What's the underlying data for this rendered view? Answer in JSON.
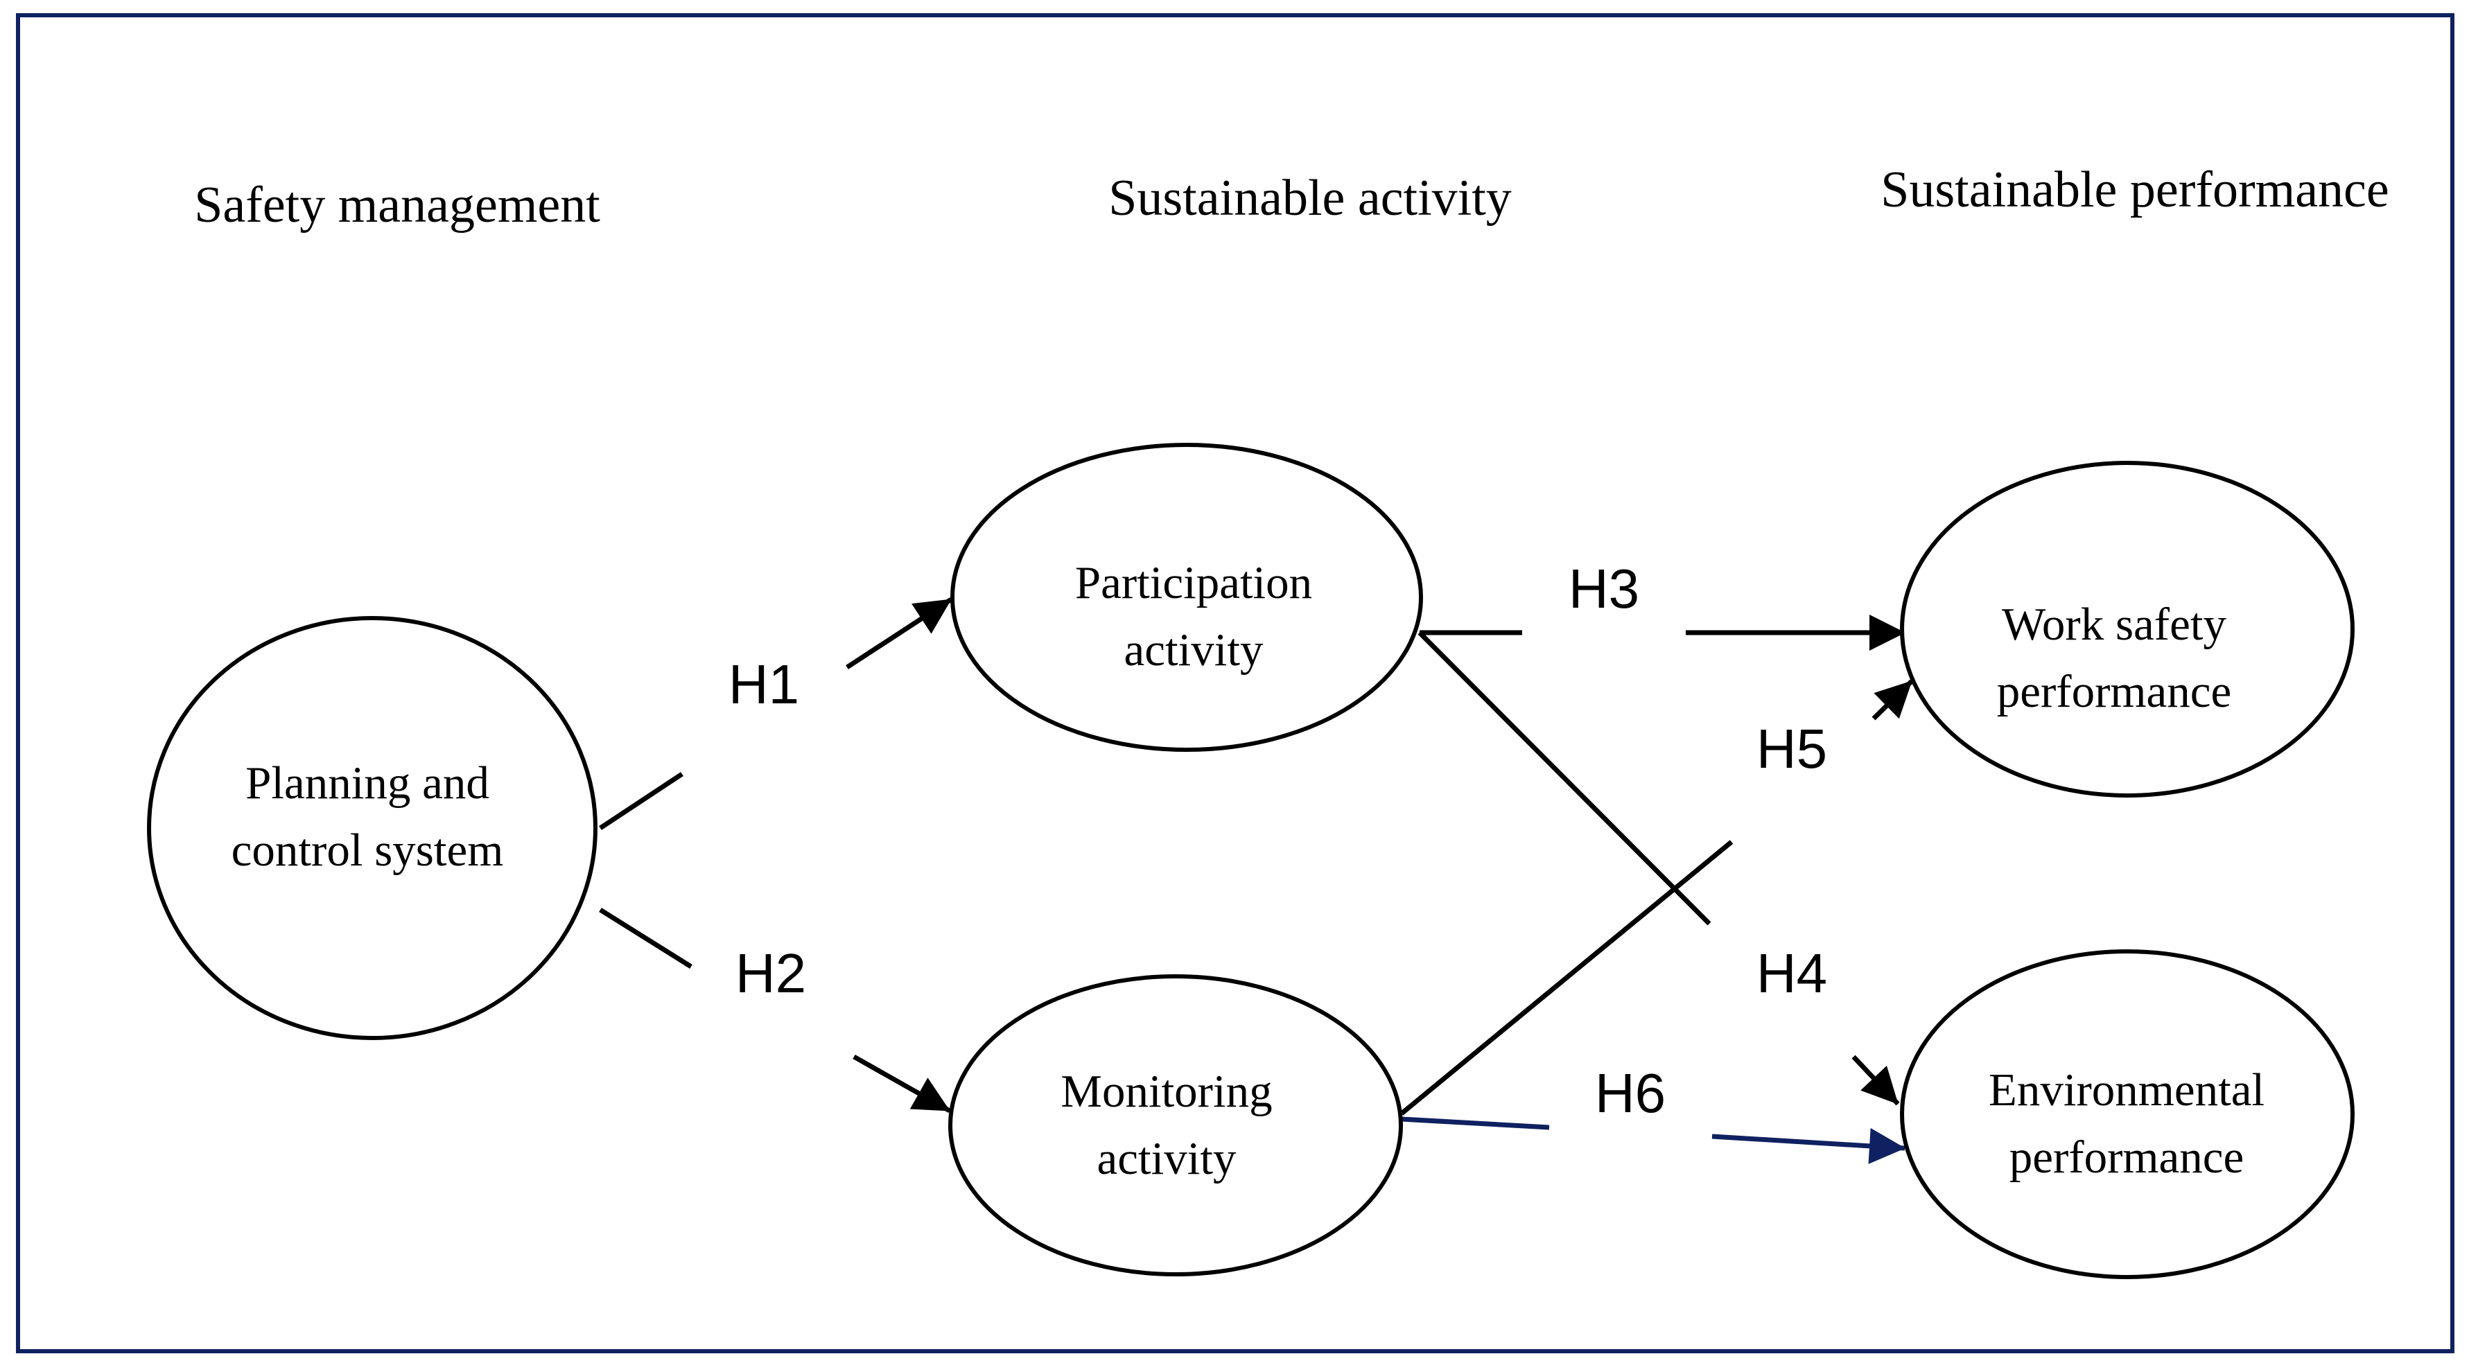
{
  "colors": {
    "frame": "#0f2160",
    "path_default": "#000000",
    "path_h6": "#0f2160"
  },
  "headers": {
    "safety_management": "Safety management",
    "sustainable_activity": "Sustainable activity",
    "sustainable_performance": "Sustainable performance"
  },
  "nodes": {
    "planning_control": {
      "line1": "Planning and",
      "line2": "control system"
    },
    "participation": {
      "line1": "Participation",
      "line2": "activity"
    },
    "monitoring": {
      "line1": "Monitoring",
      "line2": "activity"
    },
    "work_safety": {
      "line1": "Work safety",
      "line2": "performance"
    },
    "environmental": {
      "line1": "Environmental",
      "line2": "performance"
    }
  },
  "paths": {
    "h1": {
      "label": "H1",
      "from": "Planning and control system",
      "to": "Participation activity"
    },
    "h2": {
      "label": "H2",
      "from": "Planning and control system",
      "to": "Monitoring activity"
    },
    "h3": {
      "label": "H3",
      "from": "Participation activity",
      "to": "Work safety performance"
    },
    "h4": {
      "label": "H4",
      "from": "Participation activity",
      "to": "Environmental performance"
    },
    "h5": {
      "label": "H5",
      "from": "Monitoring activity",
      "to": "Work safety performance"
    },
    "h6": {
      "label": "H6",
      "from": "Monitoring activity",
      "to": "Environmental performance"
    }
  }
}
